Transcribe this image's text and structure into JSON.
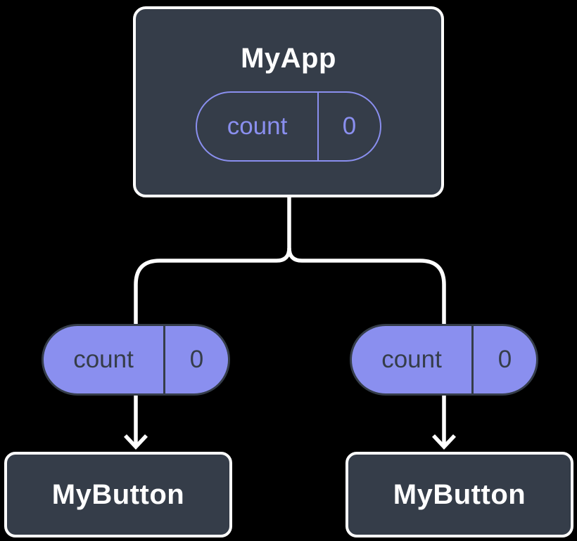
{
  "colors": {
    "page_bg": "#000000",
    "card_bg": "#353D49",
    "card_border": "#FFFFFF",
    "accent": "#8A8FEF",
    "text_light": "#FFFFFF",
    "connector": "#FFFFFF"
  },
  "tree": {
    "root": {
      "title": "MyApp",
      "state_pill": {
        "label": "count",
        "value": "0"
      }
    },
    "prop_pills": [
      {
        "label": "count",
        "value": "0"
      },
      {
        "label": "count",
        "value": "0"
      }
    ],
    "children": [
      {
        "title": "MyButton"
      },
      {
        "title": "MyButton"
      }
    ]
  }
}
